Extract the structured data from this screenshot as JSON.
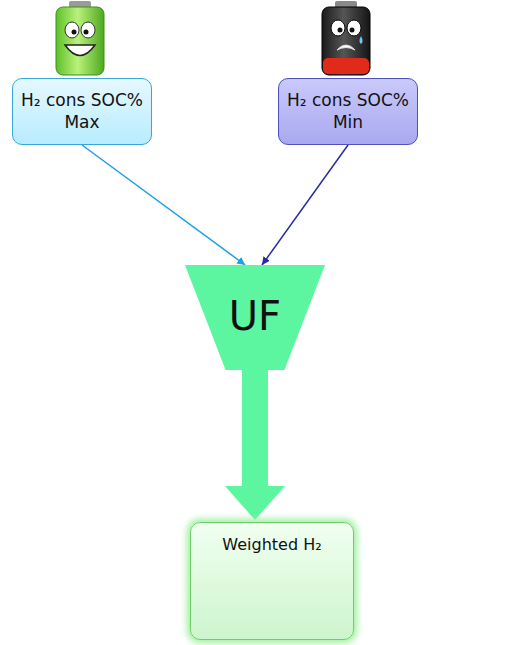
{
  "diagram": {
    "nodes": [
      {
        "text": [
          "H₂ cons SOC% Max"
        ]
      },
      {
        "text": [
          "H₂ cons SOC% Min"
        ]
      },
      {
        "text": [
          "UF"
        ]
      },
      {
        "text": [
          "Weighted H₂"
        ]
      }
    ],
    "edges": [
      {
        "from": 0,
        "to": 2,
        "arrow": "to"
      },
      {
        "from": 1,
        "to": 2,
        "arrow": "to"
      },
      {
        "from": 2,
        "to": 3,
        "arrow": "to"
      }
    ]
  }
}
